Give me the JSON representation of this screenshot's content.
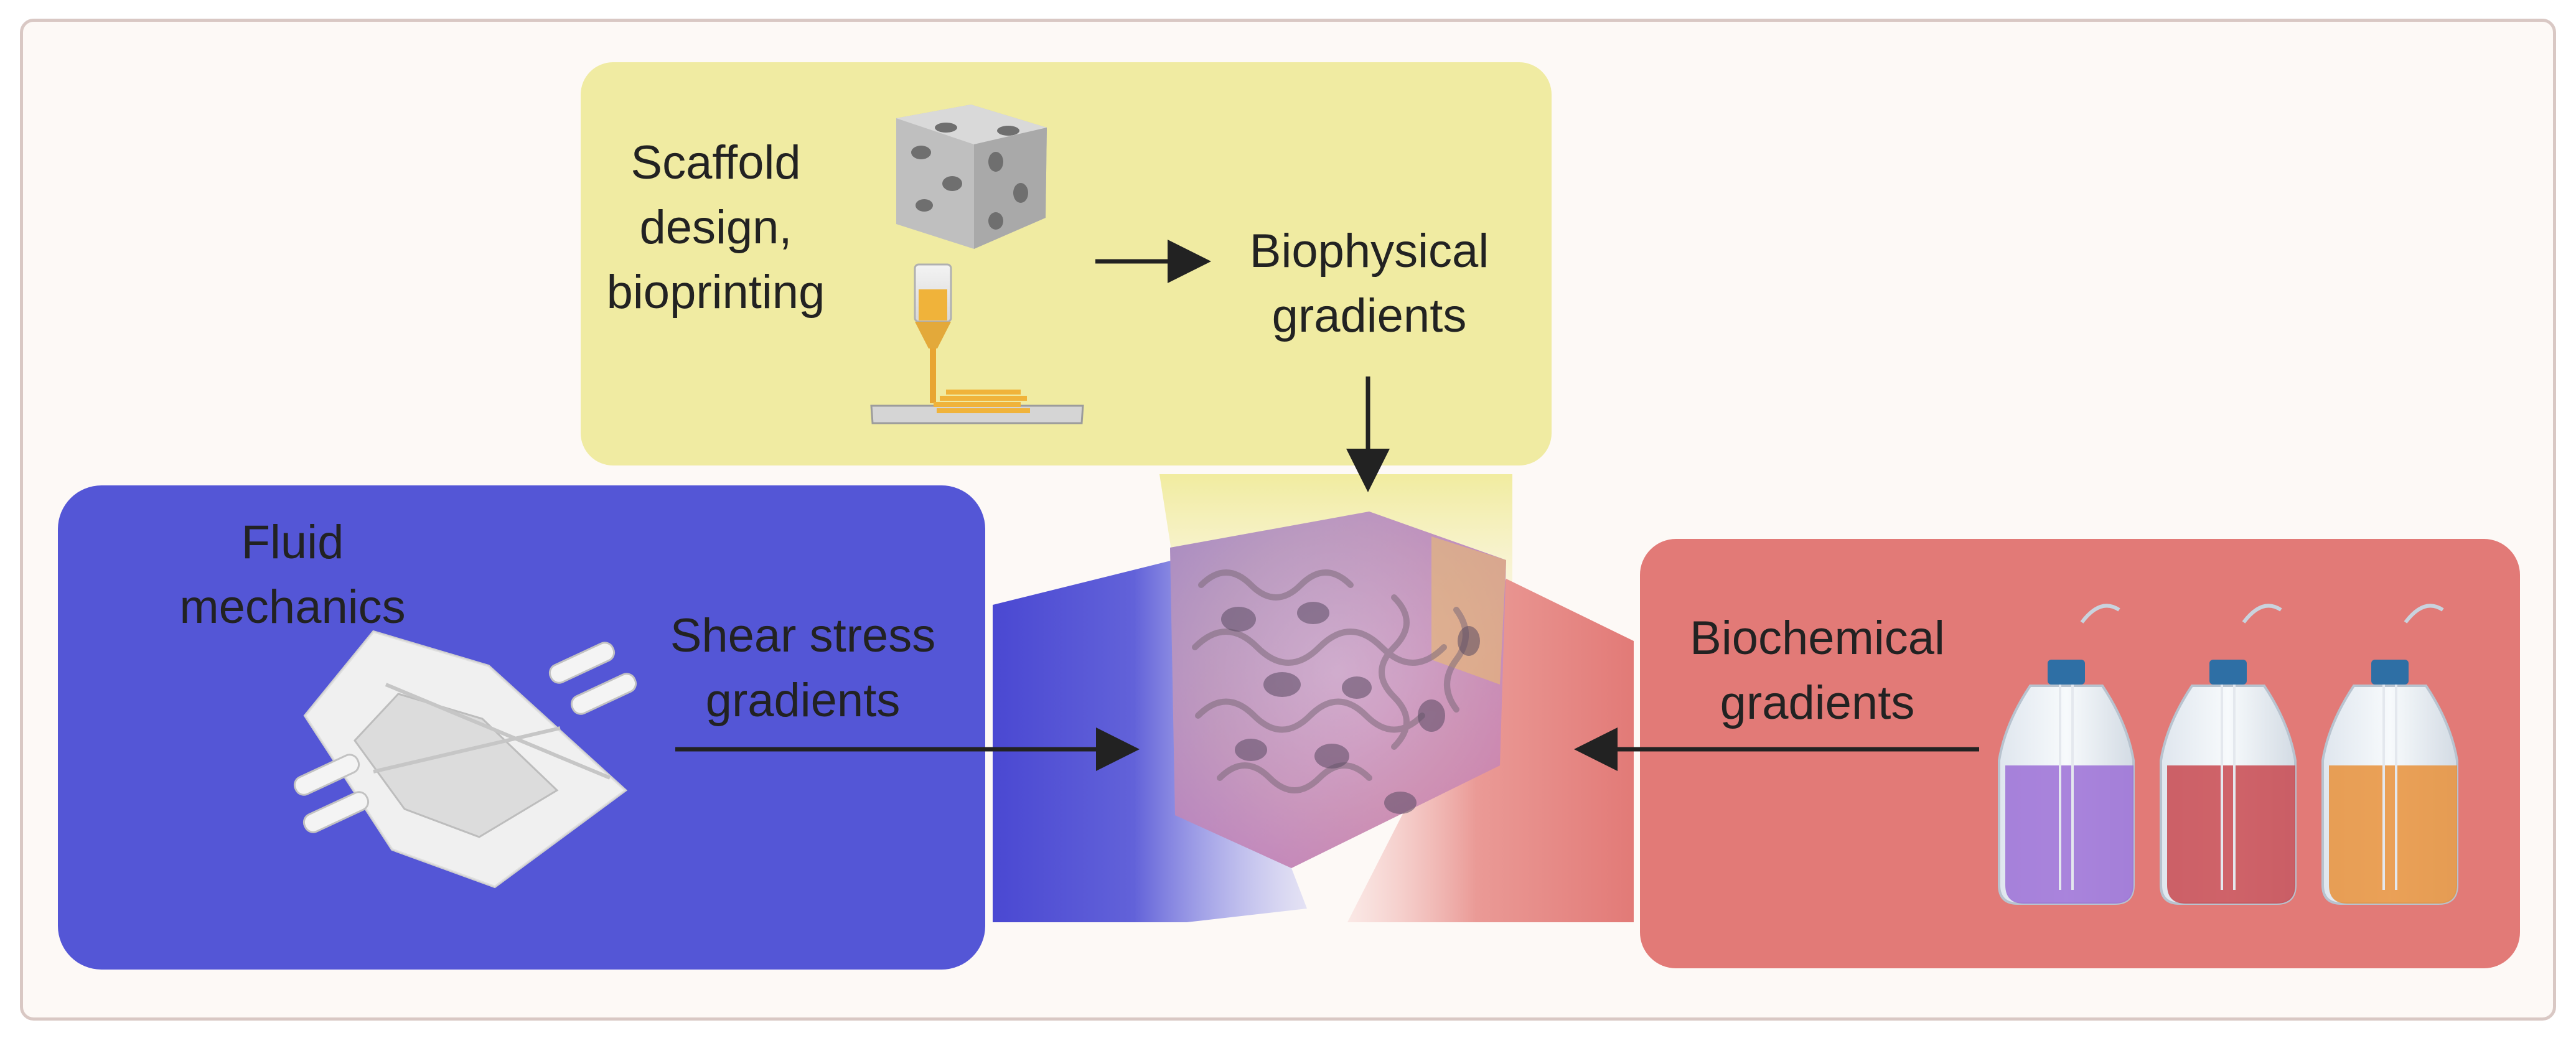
{
  "colors": {
    "background": "#fdf9f6",
    "frame_border": "#d9c8c4",
    "biophysical_panel": "#f0eba2",
    "fluid_panel": "#5456d6",
    "biochemical_panel": "#e27a77",
    "arrow": "#222222"
  },
  "panels": {
    "biophysical": {
      "source_label": [
        "Scaffold",
        "design,",
        "bioprinting"
      ],
      "result_label": [
        "Biophysical",
        "gradients"
      ],
      "icons": [
        "gyroid-scaffold-icon",
        "bioprinter-nozzle-icon"
      ]
    },
    "fluid": {
      "source_label": [
        "Fluid",
        "mechanics"
      ],
      "result_label": [
        "Shear stress",
        "gradients"
      ],
      "icons": [
        "microfluidic-chip-icon"
      ]
    },
    "biochemical": {
      "result_label": [
        "Biochemical",
        "gradients"
      ],
      "icons": [
        "purple-media-bottle-icon",
        "red-media-bottle-icon",
        "orange-media-bottle-icon"
      ],
      "bottle_colors": [
        "#9b6fd6",
        "#c8484f",
        "#e8903a"
      ]
    }
  },
  "center": {
    "icon": "gradient-scaffold-cube-icon"
  }
}
